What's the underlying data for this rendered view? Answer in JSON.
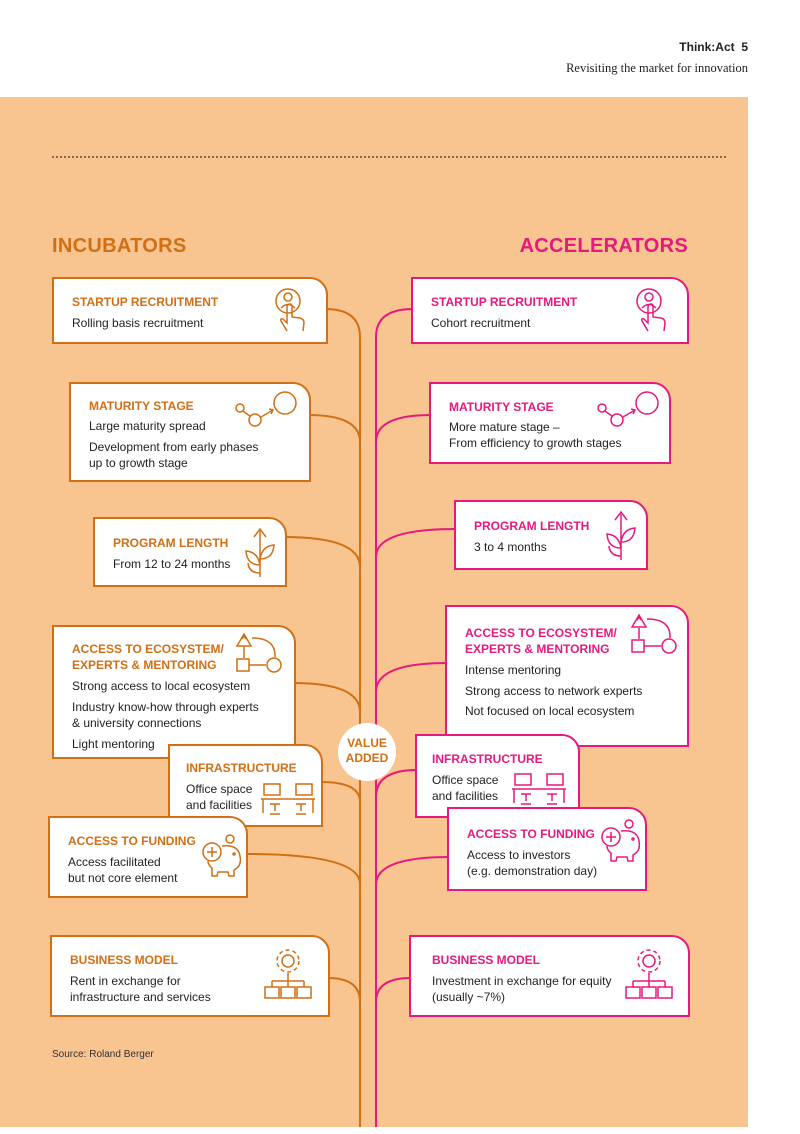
{
  "header": {
    "brand": "Think:Act",
    "page": "5",
    "subtitle": "Revisiting the market for innovation"
  },
  "colors": {
    "incubator": "#d16f14",
    "accelerator": "#e5197e",
    "background": "#f8c490"
  },
  "incubators": {
    "title": "INCUBATORS",
    "cards": [
      {
        "title": "STARTUP RECRUITMENT",
        "lines": [
          "Rolling basis recruitment"
        ],
        "icon": "touch-person-icon"
      },
      {
        "title": "MATURITY STAGE",
        "lines": [
          "Large maturity spread",
          "Development from early phases",
          "up to growth stage"
        ],
        "icon": "growth-circles-icon"
      },
      {
        "title": "PROGRAM LENGTH",
        "lines": [
          "From 12 to 24 months"
        ],
        "icon": "plant-icon"
      },
      {
        "title": [
          "ACCESS TO ECOSYSTEM/",
          "EXPERTS & MENTORING"
        ],
        "lines": [
          "Strong access to local ecosystem",
          "Industry know-how through experts",
          "& university connections",
          "Light mentoring"
        ],
        "icon": "network-flow-icon"
      },
      {
        "title": "INFRASTRUCTURE",
        "lines": [
          "Office space",
          "and facilities"
        ],
        "icon": "desk-icon"
      },
      {
        "title": "ACCESS TO FUNDING",
        "lines": [
          "Access facilitated",
          "but not core element"
        ],
        "icon": "piggy-bank-icon"
      },
      {
        "title": "BUSINESS MODEL",
        "lines": [
          "Rent in exchange for",
          "infrastructure and services"
        ],
        "icon": "gear-org-icon"
      }
    ]
  },
  "accelerators": {
    "title": "ACCELERATORS",
    "cards": [
      {
        "title": "STARTUP RECRUITMENT",
        "lines": [
          "Cohort recruitment"
        ],
        "icon": "touch-person-icon"
      },
      {
        "title": "MATURITY STAGE",
        "lines": [
          "More mature stage –",
          "From efficiency to growth stages"
        ],
        "icon": "growth-circles-icon"
      },
      {
        "title": "PROGRAM LENGTH",
        "lines": [
          "3 to 4 months"
        ],
        "icon": "plant-icon"
      },
      {
        "title": [
          "ACCESS TO ECOSYSTEM/",
          "EXPERTS & MENTORING"
        ],
        "lines": [
          "Intense mentoring",
          "Strong access to network experts",
          "Not focused on local ecosystem"
        ],
        "icon": "network-flow-icon"
      },
      {
        "title": "INFRASTRUCTURE",
        "lines": [
          "Office space",
          "and facilities"
        ],
        "icon": "desk-icon"
      },
      {
        "title": "ACCESS TO FUNDING",
        "lines": [
          "Access to investors",
          "(e.g. demonstration day)"
        ],
        "icon": "piggy-bank-icon"
      },
      {
        "title": "BUSINESS MODEL",
        "lines": [
          "Investment in exchange for equity",
          "(usually ~7%)"
        ],
        "icon": "gear-org-icon"
      }
    ]
  },
  "center": {
    "label": [
      "VALUE",
      "ADDED"
    ]
  },
  "source": "Source:  Roland Berger"
}
